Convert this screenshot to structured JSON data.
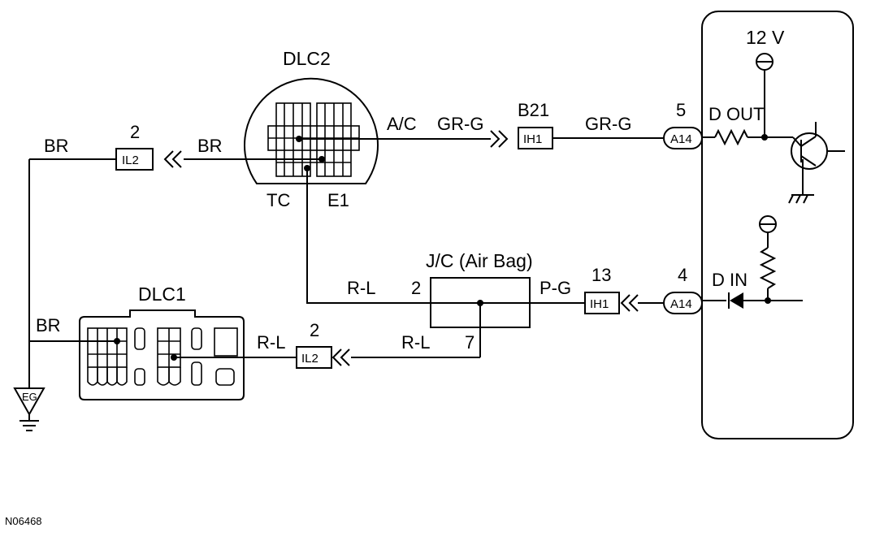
{
  "dlc2": {
    "title": "DLC2",
    "pin_ac": "A/C",
    "pin_tc": "TC",
    "pin_e1": "E1"
  },
  "dlc1": {
    "title": "DLC1"
  },
  "jc": {
    "title": "J/C (Air Bag)",
    "pin_2": "2",
    "pin_7": "7"
  },
  "wires": {
    "br_left": "BR",
    "br_mid": "BR",
    "br_dlc1": "BR",
    "grg_1": "GR-G",
    "grg_2": "GR-G",
    "rl_top": "R-L",
    "rl_bottom": "R-L",
    "rl_dlc1": "R-L",
    "pg": "P-G"
  },
  "connectors": {
    "il2_top": {
      "pin": "2",
      "id": "IL2"
    },
    "ih1_top": {
      "pin": "B21",
      "id": "IH1"
    },
    "a14_top": {
      "pin": "5",
      "id": "A14"
    },
    "ih1_bottom": {
      "pin": "13",
      "id": "IH1"
    },
    "a14_bottom": {
      "pin": "4",
      "id": "A14"
    },
    "il2_bottom": {
      "pin": "2",
      "id": "IL2"
    }
  },
  "ecm": {
    "supply": "12 V",
    "dout": "D OUT",
    "din": "D IN"
  },
  "ground": {
    "label": "EG"
  },
  "figure_id": "N06468"
}
